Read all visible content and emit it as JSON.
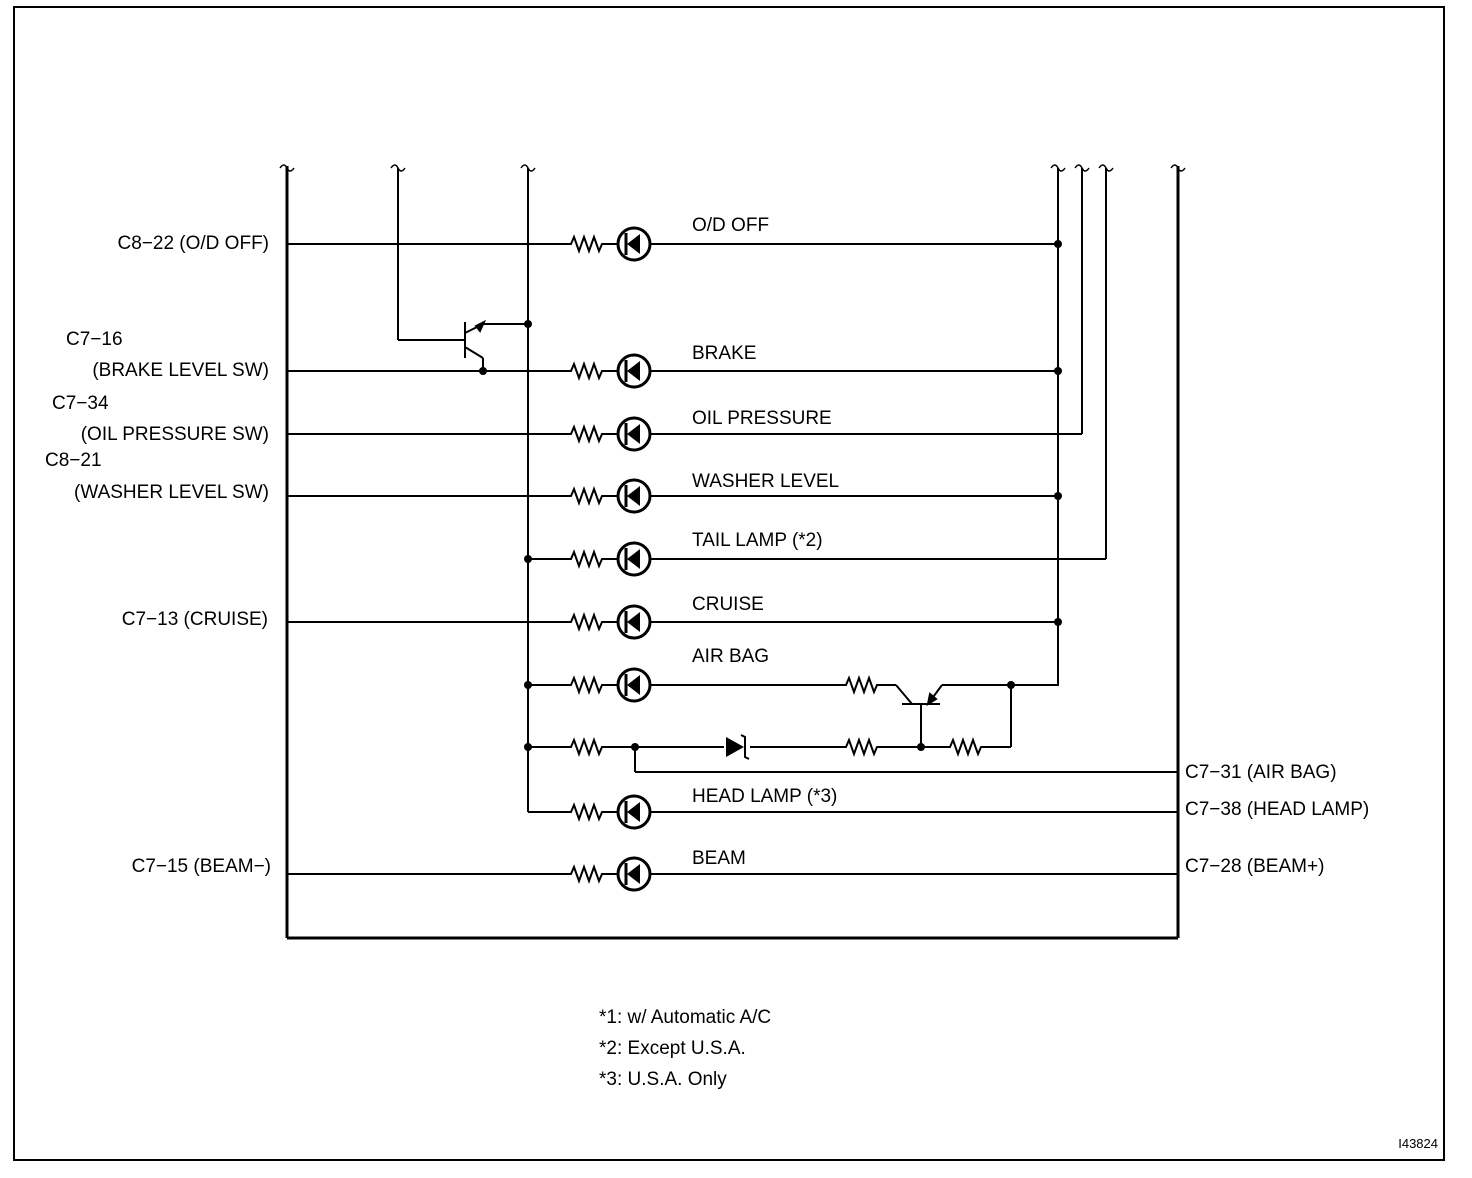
{
  "left_labels": {
    "od_off": "C8−22 (O/D OFF)",
    "brake_code": "C7−16",
    "brake_sw": "(BRAKE LEVEL SW)",
    "oil_code": "C7−34",
    "oil_sw": "(OIL PRESSURE SW)",
    "washer_code": "C8−21",
    "washer_sw": "(WASHER LEVEL SW)",
    "cruise": "C7−13 (CRUISE)",
    "beam_minus": "C7−15 (BEAM−)"
  },
  "right_labels": {
    "air_bag": "C7−31 (AIR BAG)",
    "head_lamp": "C7−38 (HEAD LAMP)",
    "beam_plus": "C7−28 (BEAM+)"
  },
  "indicators": {
    "od_off": "O/D OFF",
    "brake": "BRAKE",
    "oil_pressure": "OIL PRESSURE",
    "washer_level": "WASHER LEVEL",
    "tail_lamp": "TAIL LAMP (*2)",
    "cruise": "CRUISE",
    "air_bag": "AIR BAG",
    "head_lamp": "HEAD LAMP (*3)",
    "beam": "BEAM"
  },
  "notes": [
    "*1: w/ Automatic A/C",
    "*2: Except U.S.A.",
    "*3: U.S.A. Only"
  ],
  "figure_id": "I43824"
}
